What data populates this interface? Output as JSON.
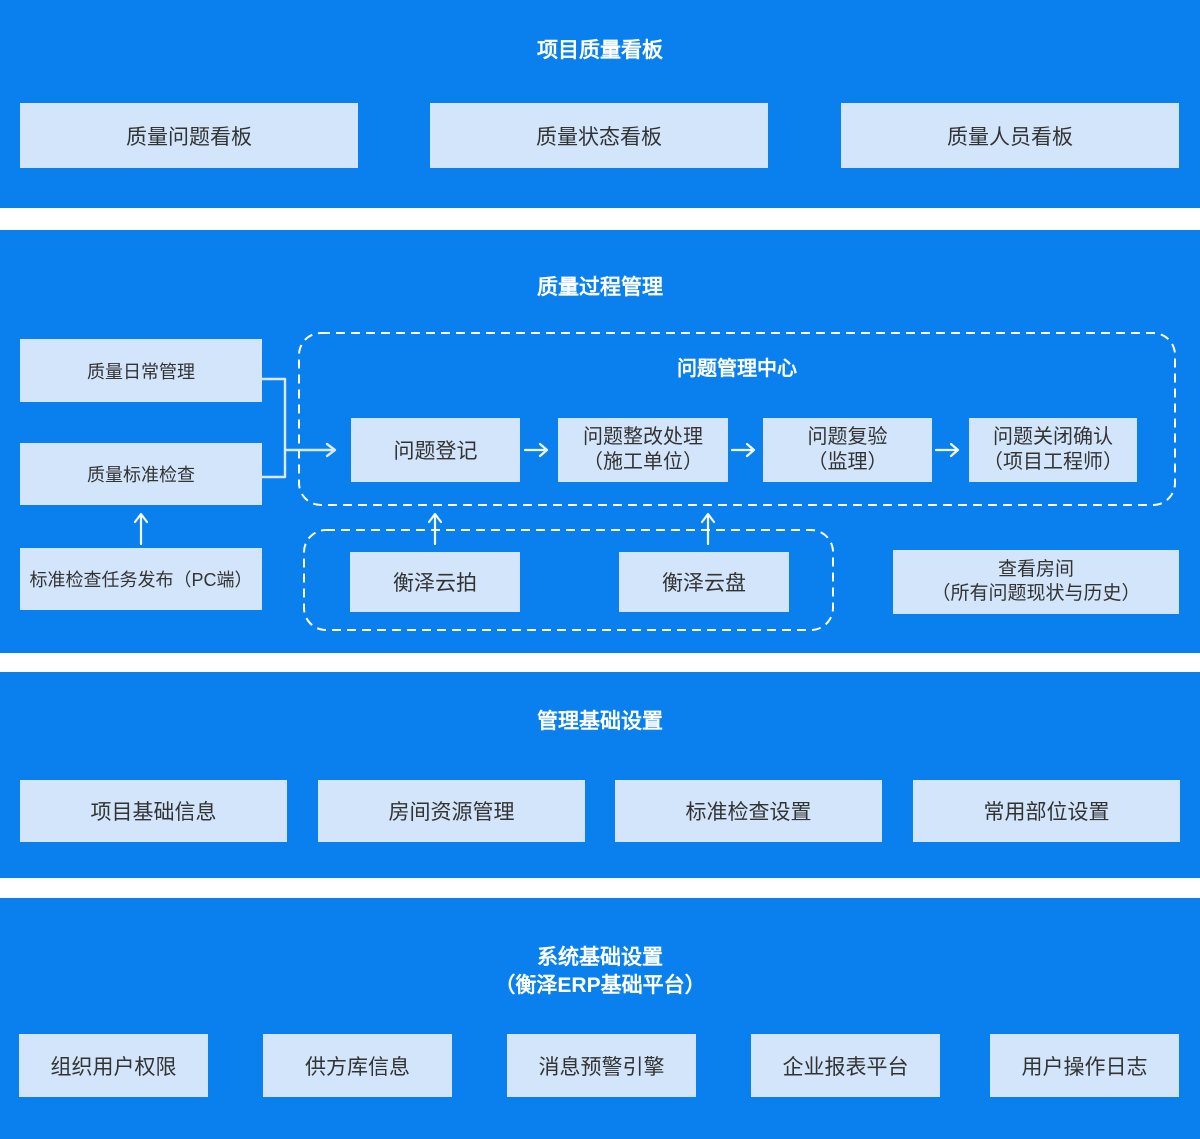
{
  "colors": {
    "panel_bg": "#0a80ee",
    "box_bg": "#d3e5fa",
    "box_text": "#333333",
    "title_text": "#ffffff",
    "connector": "#dce9fb",
    "arrow": "#f2f8ff"
  },
  "panel_dashboard": {
    "title": "项目质量看板",
    "boxes": [
      {
        "label": "质量问题看板"
      },
      {
        "label": "质量状态看板"
      },
      {
        "label": "质量人员看板"
      }
    ]
  },
  "panel_process": {
    "title": "质量过程管理",
    "daily_mgmt": "质量日常管理",
    "standard_check": "质量标准检查",
    "task_publish": "标准检查任务发布（PC端）",
    "issue_center": {
      "title": "问题管理中心",
      "flow": [
        {
          "label": "问题登记"
        },
        {
          "label": "问题整改处理",
          "sub": "（施工单位）"
        },
        {
          "label": "问题复验",
          "sub": "（监理）"
        },
        {
          "label": "问题关闭确认",
          "sub": "（项目工程师）"
        }
      ]
    },
    "tools": [
      {
        "label": "衡泽云拍"
      },
      {
        "label": "衡泽云盘"
      }
    ],
    "room_view": {
      "line1": "查看房间",
      "line2": "（所有问题现状与历史）"
    }
  },
  "panel_mgmt_settings": {
    "title": "管理基础设置",
    "boxes": [
      {
        "label": "项目基础信息"
      },
      {
        "label": "房间资源管理"
      },
      {
        "label": "标准检查设置"
      },
      {
        "label": "常用部位设置"
      }
    ]
  },
  "panel_system_settings": {
    "title_line1": "系统基础设置",
    "title_line2": "（衡泽ERP基础平台）",
    "boxes": [
      {
        "label": "组织用户权限"
      },
      {
        "label": "供方库信息"
      },
      {
        "label": "消息预警引擎"
      },
      {
        "label": "企业报表平台"
      },
      {
        "label": "用户操作日志"
      }
    ]
  }
}
